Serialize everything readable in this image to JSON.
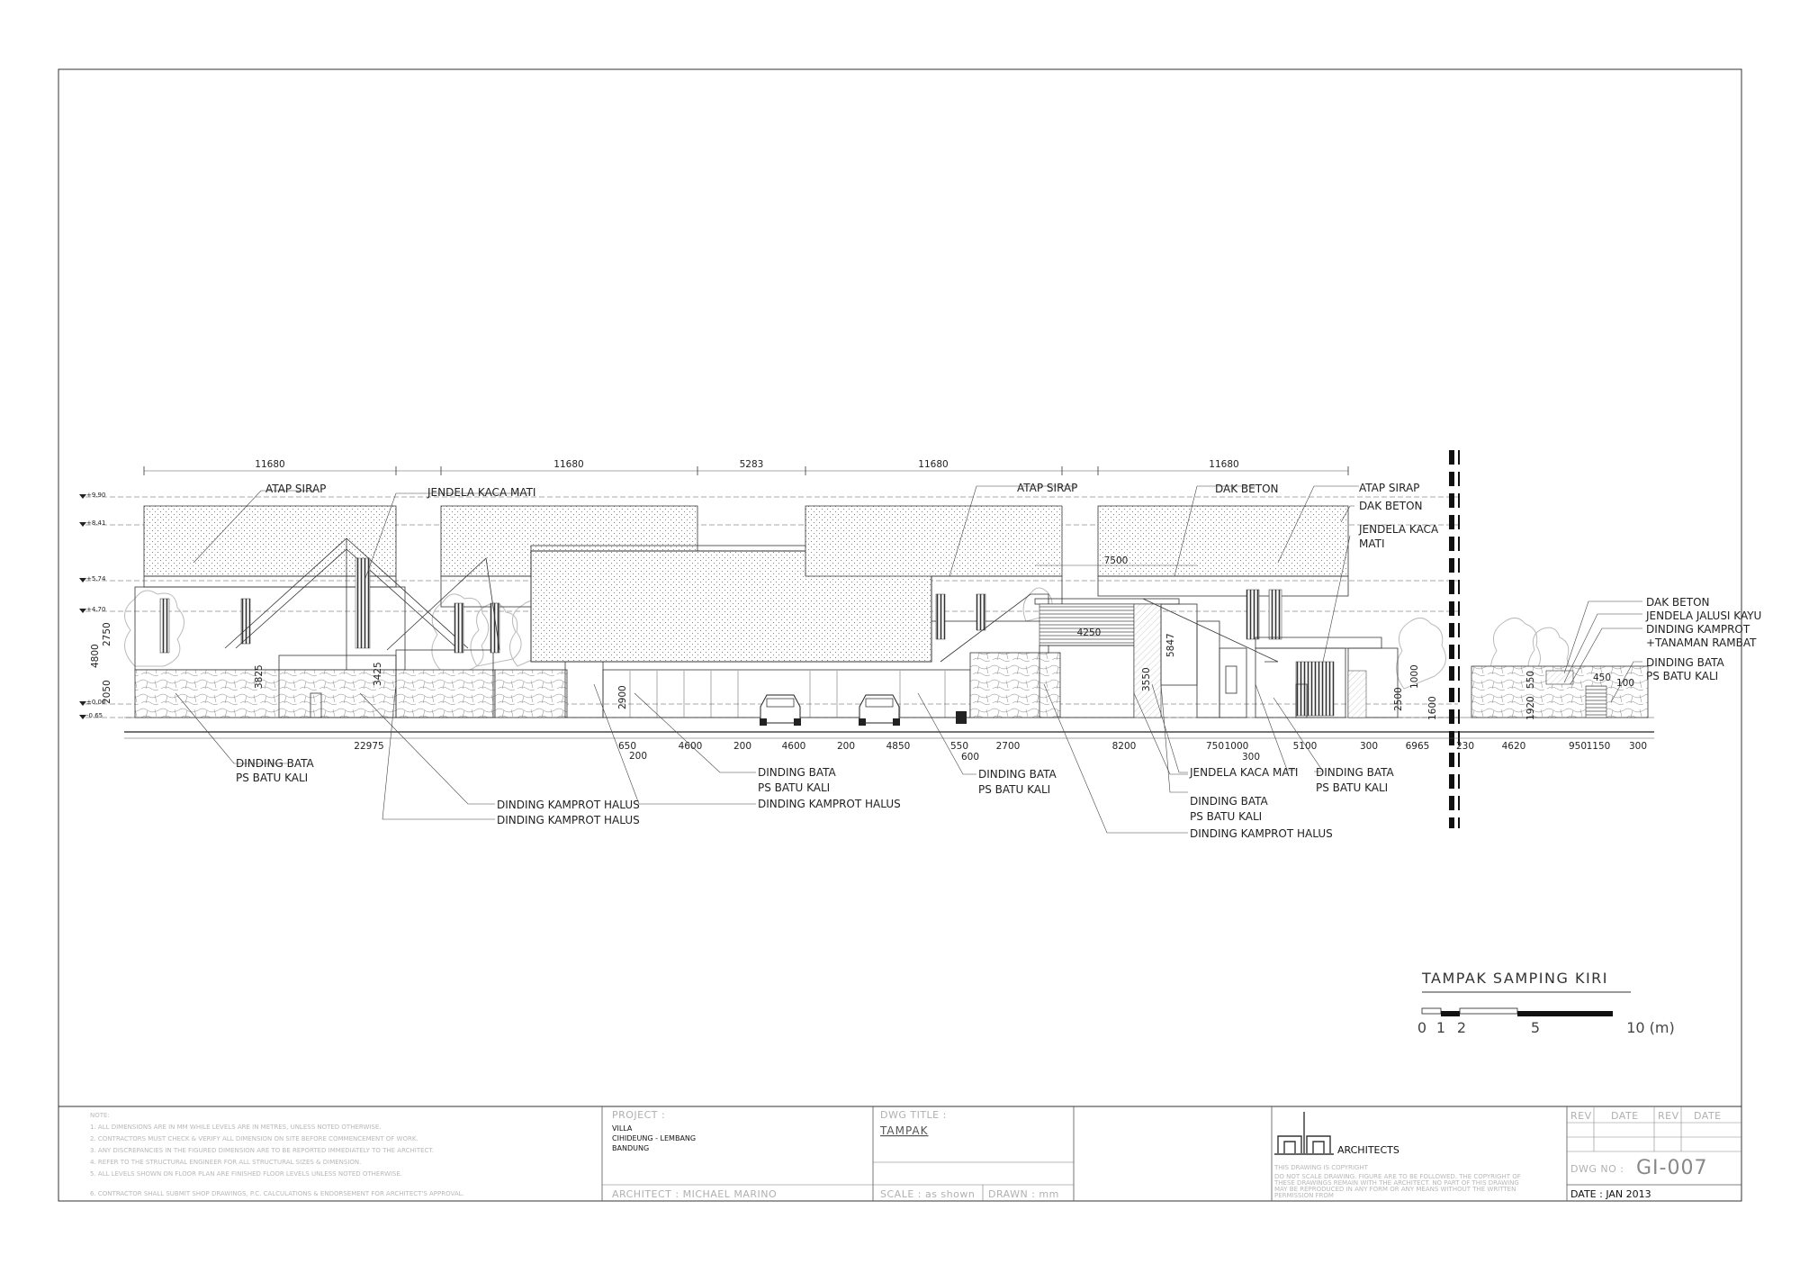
{
  "drawing": {
    "title": "TAMPAK SAMPING KIRI",
    "scale_bar": {
      "ticks": [
        "0",
        "1",
        "2",
        "5",
        "10 (m)"
      ]
    },
    "top_dimensions": [
      "11680",
      "11680",
      "5283",
      "11680",
      "11680"
    ],
    "inner_dimensions": [
      "7500",
      "4250"
    ],
    "vertical_dimensions": [
      "2750",
      "4800",
      "2050",
      "3825",
      "3425",
      "2900",
      "3550",
      "5847",
      "2500",
      "1000",
      "1600",
      "1920",
      "550",
      "450",
      "100"
    ],
    "bottom_dimensions": [
      "22975",
      "650",
      "200",
      "4600",
      "200",
      "4600",
      "200",
      "4850",
      "550",
      "600",
      "2700",
      "8200",
      "750",
      "1000",
      "300",
      "5100",
      "300",
      "6965",
      "230",
      "4620",
      "950",
      "1150",
      "300"
    ],
    "levels": [
      "+9.90",
      "+8.41",
      "+5.74",
      "+4.70",
      "±0.00",
      "-0.65"
    ],
    "labels": [
      "ATAP SIRAP",
      "JENDELA KACA MATI",
      "ATAP SIRAP",
      "DAK BETON",
      "ATAP SIRAP",
      "DAK BETON",
      "JENDELA KACA",
      "MATI",
      "DAK BETON",
      "JENDELA JALUSI KAYU",
      "DINDING KAMPROT",
      "+TANAMAN RAMBAT",
      "DINDING BATA",
      "PS BATU KALI",
      "DINDING BATA",
      "PS BATU KALI",
      "DINDING KAMPROT HALUS",
      "DINDING KAMPROT HALUS",
      "DINDING BATA",
      "PS BATU KALI",
      "DINDING KAMPROT HALUS",
      "DINDING BATA",
      "PS BATU KALI",
      "JENDELA KACA MATI",
      "DINDING BATA",
      "PS BATU KALI",
      "DINDING BATA",
      "PS BATU KALI",
      "DINDING KAMPROT HALUS"
    ]
  },
  "title_block": {
    "notes_heading": "NOTE:",
    "notes": [
      "1. ALL DIMENSIONS ARE IN MM WHILE LEVELS ARE IN METRES, UNLESS NOTED OTHERWISE.",
      "2. CONTRACTORS MUST CHECK & VERIFY ALL DIMENSION ON SITE BEFORE COMMENCEMENT OF WORK.",
      "3. ANY DISCREPANCIES IN THE FIGURED DIMENSION ARE TO BE REPORTED IMMEDIATELY TO THE ARCHITECT.",
      "4. REFER TO THE STRUCTURAL ENGINEER FOR ALL STRUCTURAL SIZES & DIMENSION.",
      "5. ALL LEVELS SHOWN ON FLOOR PLAN ARE FINISHED FLOOR LEVELS UNLESS NOTED OTHERWISE.",
      "6. CONTRACTOR SHALL SUBMIT SHOP DRAWINGS, P.C. CALCULATIONS & ENDORSEMENT FOR ARCHITECT'S APPROVAL."
    ],
    "project_heading": "PROJECT :",
    "project_lines": [
      "VILLA",
      "CIHIDEUNG - LEMBANG",
      "BANDUNG"
    ],
    "architect_label": "ARCHITECT : MICHAEL MARINO",
    "dwg_title_heading": "DWG TITLE :",
    "dwg_title": "TAMPAK",
    "scale_label": "SCALE : as shown",
    "drawn_label": "DRAWN : mm",
    "firm": "ARCHITECTS",
    "copyright_lines": [
      "THIS DRAWING IS COPYRIGHT",
      "DO NOT SCALE DRAWING. FIGURE ARE TO BE FOLLOWED. THE COPYRIGHT OF",
      "THESE DRAWINGS REMAIN WITH THE ARCHITECT. NO PART OF THIS DRAWING",
      "MAY BE REPRODUCED IN ANY FORM OR ANY MEANS WITHOUT THE WRITTEN",
      "PERMISSION FROM"
    ],
    "rev_headers": [
      "REV",
      "DATE",
      "REV",
      "DATE"
    ],
    "dwg_no_label": "DWG NO :",
    "dwg_no": "GI-007",
    "date": "DATE : JAN 2013"
  }
}
